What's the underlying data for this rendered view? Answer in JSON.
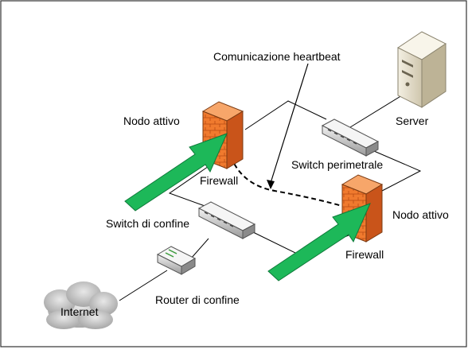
{
  "labels": {
    "heartbeat": "Comunicazione heartbeat",
    "server": "Server",
    "active_node_left": "Nodo attivo",
    "firewall_left": "Firewall",
    "switch_perimeter": "Switch perimetrale",
    "active_node_right": "Nodo attivo",
    "firewall_right": "Firewall",
    "switch_border": "Switch di confine",
    "router_border": "Router di confine",
    "internet": "Internet"
  },
  "colors": {
    "arrow_green": "#1db859",
    "firewall_orange": "#f07a2e",
    "firewall_side": "#c9541a",
    "server_beige": "#e8e1cf",
    "cloud_gray": "#bfbfbf"
  },
  "icons": [
    "server-icon",
    "firewall-icon",
    "switch-icon",
    "router-icon",
    "cloud-icon",
    "arrow-icon"
  ]
}
